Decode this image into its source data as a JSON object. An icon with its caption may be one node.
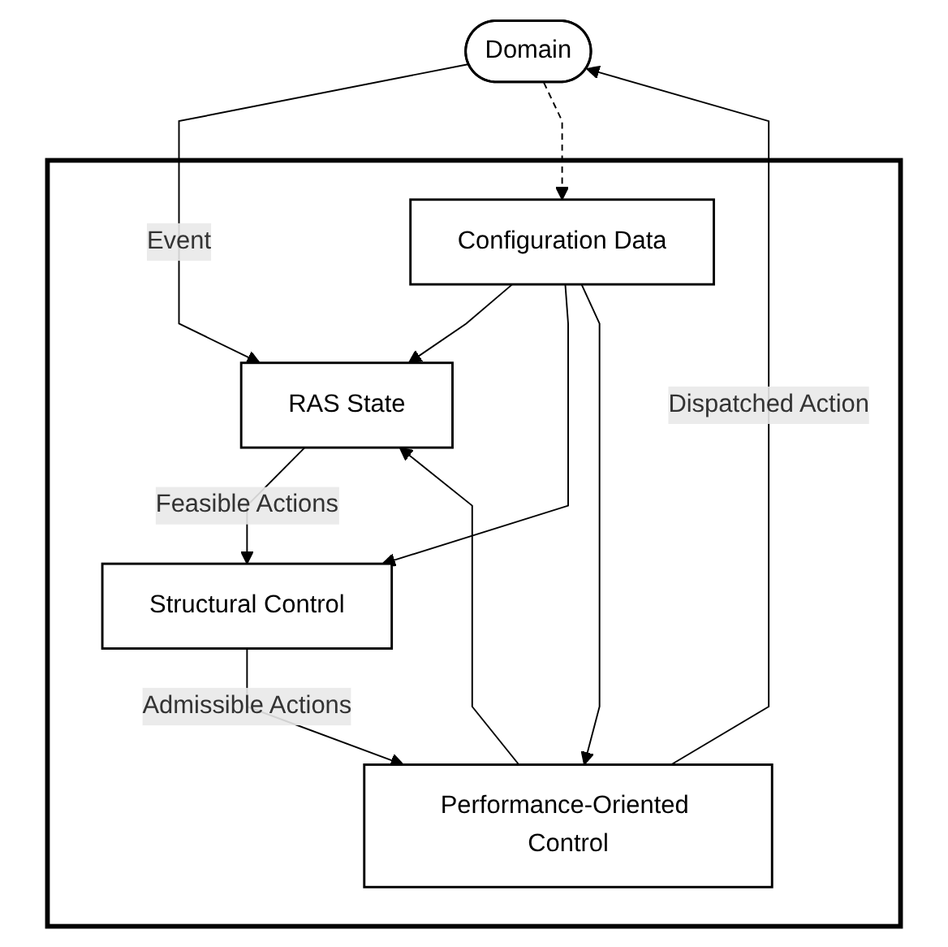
{
  "diagram": {
    "nodes": [
      {
        "text": [
          "Domain"
        ]
      },
      {
        "text": [],
        "shape": "box"
      },
      {
        "text": [
          "RAS State"
        ],
        "in": 1
      },
      {
        "text": [
          "Structural Control"
        ],
        "in": 1
      },
      {
        "text": [
          "Performance-Oriented Control"
        ],
        "in": 1
      },
      {
        "text": [
          "Configuration Data"
        ],
        "in": 1
      }
    ],
    "edges": [
      {
        "from": 0,
        "to": 2,
        "arrow": "to",
        "label": "Event"
      },
      {
        "from": 4,
        "to": 0,
        "arrow": "to",
        "label": "Dispatched Action"
      },
      {
        "from": 4,
        "to": 2,
        "arrow": "to"
      },
      {
        "from": 2,
        "to": 3,
        "arrow": "to",
        "label": "Feasible Actions"
      },
      {
        "from": 3,
        "to": 4,
        "arrow": "to",
        "label": "Admissible Actions"
      },
      {
        "from": 5,
        "to": 2,
        "arrow": "to"
      },
      {
        "from": 5,
        "to": 3,
        "arrow": "to"
      },
      {
        "from": 5,
        "to": 4,
        "arrow": "to"
      },
      {
        "from": 0,
        "to": 5,
        "arrow": "to",
        "style": "dashed"
      }
    ]
  }
}
